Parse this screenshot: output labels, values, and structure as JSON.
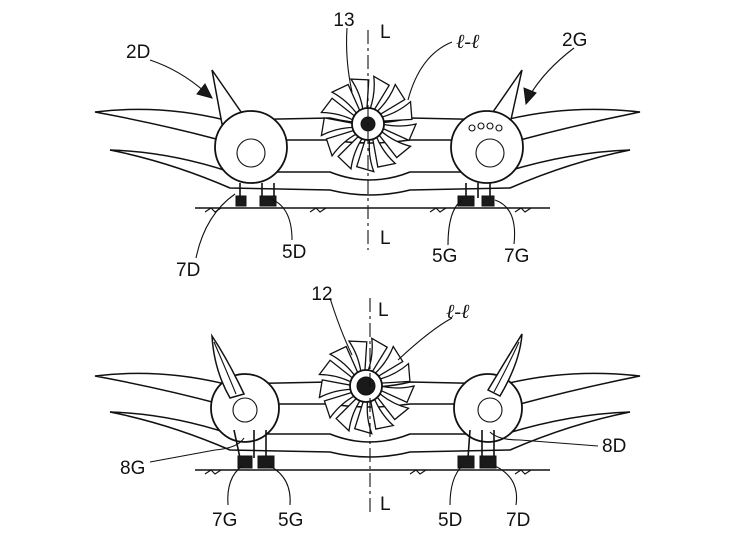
{
  "top_figure": {
    "rotor_label": "13",
    "axis_label_top": "L",
    "axis_label_bottom": "L",
    "plane_label": "ℓ-ℓ",
    "right_engine_ref": "2D",
    "left_engine_ref": "2G",
    "gear_labels": [
      "7D",
      "5D",
      "5G",
      "7G"
    ]
  },
  "bottom_figure": {
    "rotor_label": "12",
    "axis_label_top": "L",
    "axis_label_bottom": "L",
    "plane_label": "ℓ-ℓ",
    "side_labels": [
      "8G",
      "8D"
    ],
    "gear_labels": [
      "7G",
      "5G",
      "5D",
      "7D"
    ]
  }
}
